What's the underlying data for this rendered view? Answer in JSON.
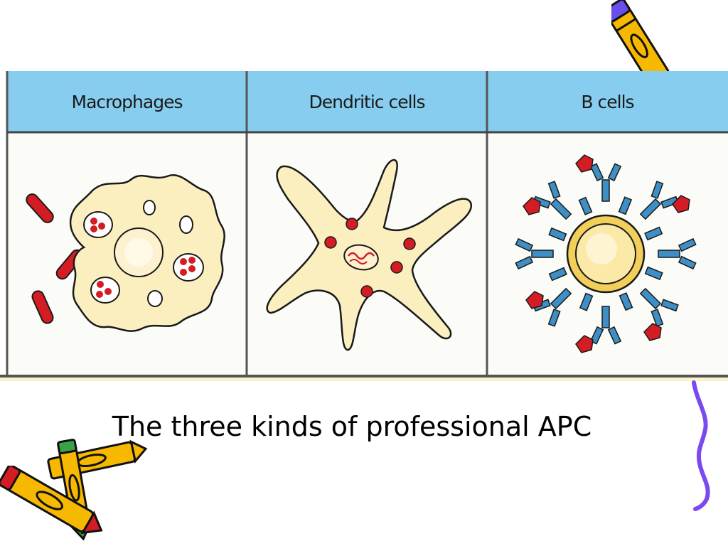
{
  "table": {
    "headers": [
      "Macrophages",
      "Dendritic  cells",
      "B  cells"
    ]
  },
  "caption": "The three kinds of professional APC",
  "colors": {
    "header_bg": "#87cdf0",
    "cell_bg": "#fbfbf8",
    "cytoplasm": "#fbefc0",
    "outline": "#1a1a1a",
    "bacteria_red": "#d41c24",
    "receptor_blue": "#3d8fc6",
    "bcell_yellow": "#f2cf58",
    "pencil_yellow": "#f7b800",
    "bracket_purple": "#7a4af0"
  },
  "icons": [
    "crayon-icon",
    "crayon-icon",
    "crayon-icon",
    "purple-bracket-icon"
  ]
}
